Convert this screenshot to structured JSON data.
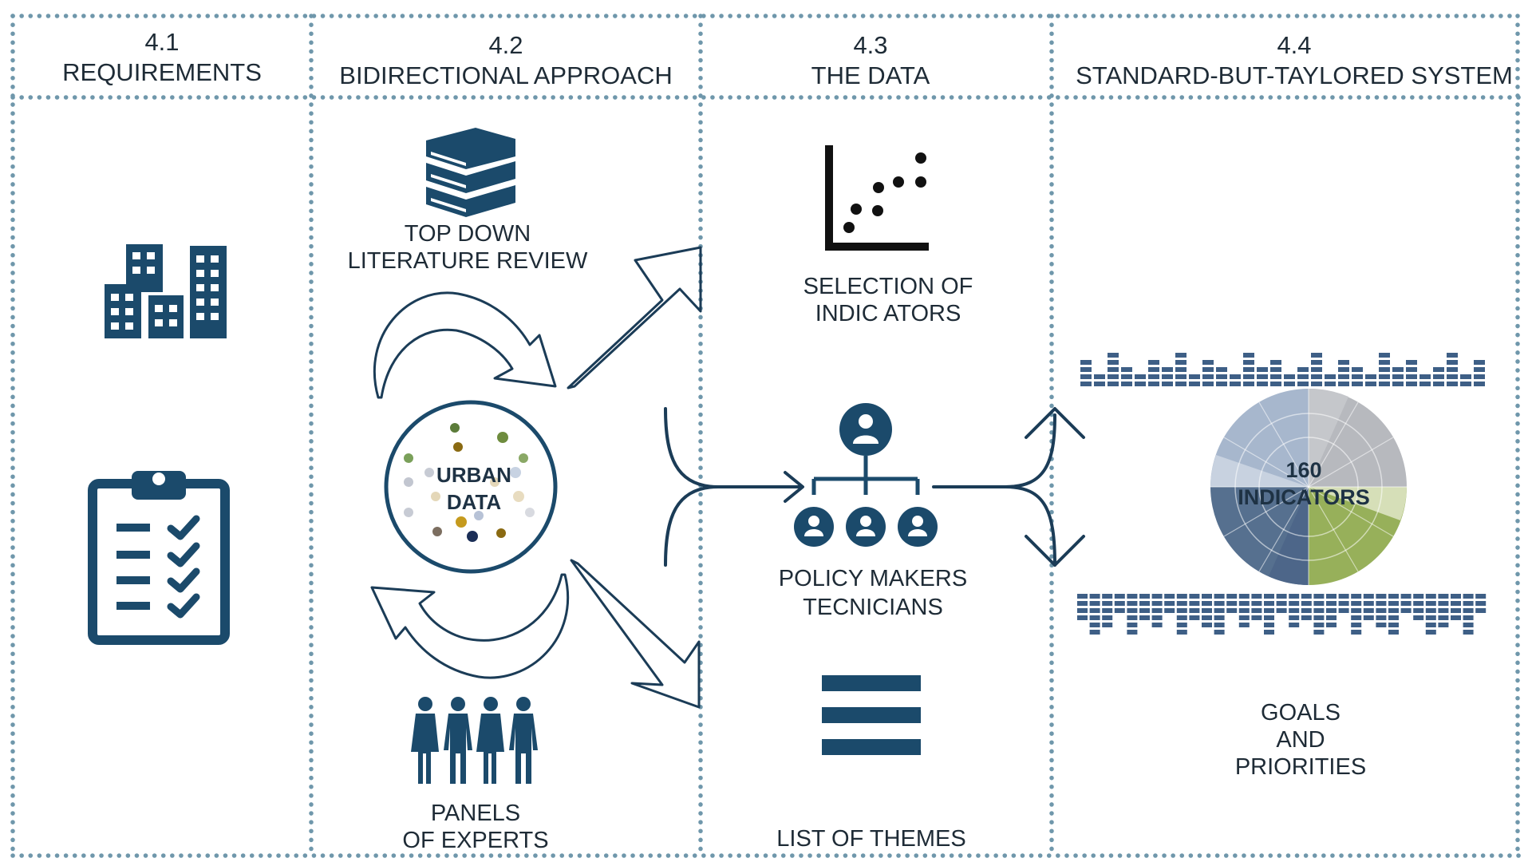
{
  "columns": [
    {
      "number": "4.1",
      "title": "REQUIREMENTS"
    },
    {
      "number": "4.2",
      "title": "BIDIRECTIONAL APPROACH"
    },
    {
      "number": "4.3",
      "title": "THE DATA"
    },
    {
      "number": "4.4",
      "title": "STANDARD-BUT-TAYLORED SYSTEM"
    }
  ],
  "approach": {
    "top": {
      "line1": "TOP DOWN",
      "line2": "LITERATURE REVIEW",
      "icon": "books-icon"
    },
    "center": {
      "line1": "URBAN",
      "line2": "DATA"
    },
    "bottom": {
      "line1": "PANELS",
      "line2": "OF EXPERTS",
      "icon": "people-group-icon"
    }
  },
  "data": {
    "indicators": {
      "line1": "SELECTION OF",
      "line2": "INDIC ATORS",
      "icon": "scatter-plot-icon"
    },
    "policy": {
      "line1": "POLICY MAKERS",
      "line2": "TECNICIANS",
      "icon": "org-chart-icon"
    },
    "themes": {
      "label": "LIST OF THEMES",
      "icon": "list-icon"
    }
  },
  "system": {
    "wheel": {
      "line1": "160",
      "line2": "INDICATORS"
    },
    "goals": {
      "line1": "GOALS",
      "line2": "AND",
      "line3": "PRIORITIES"
    }
  },
  "requirements": {
    "icons": [
      "buildings-icon",
      "clipboard-checklist-icon"
    ]
  },
  "colors": {
    "navy": "#1b4a6b",
    "dots": "#6f97ab",
    "green": "#93ac52",
    "steel": "#4d6689",
    "grey": "#a9abb0"
  }
}
